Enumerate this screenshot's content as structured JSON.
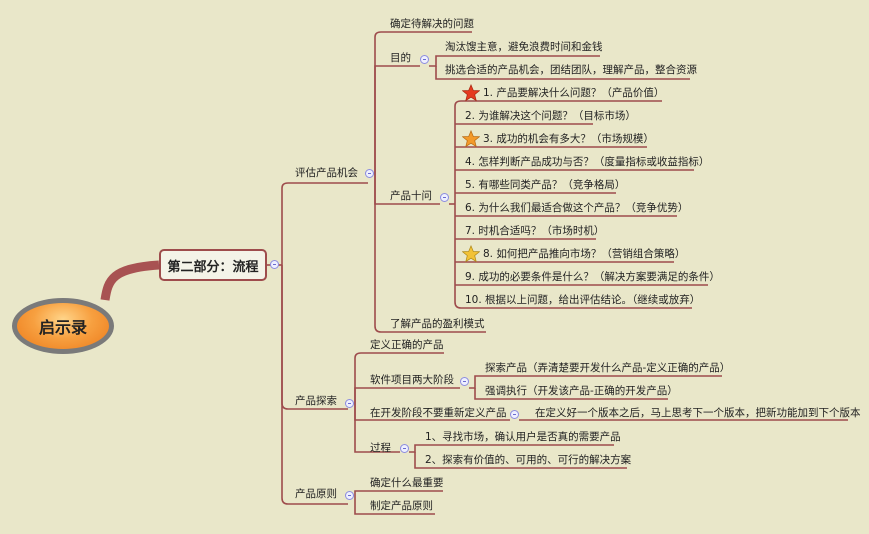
{
  "map": {
    "root": "启示录",
    "main": "第二部分：流程",
    "evaluate": {
      "label": "评估产品机会",
      "items": {
        "define_problem": "确定待解决的问题",
        "purpose": "目的",
        "purpose_1": "淘汰馊主意，避免浪费时间和金钱",
        "purpose_2": "挑选合适的产品机会，团结团队，理解产品，整合资源",
        "ten_questions": "产品十问",
        "q": [
          "1. 产品要解决什么问题？（产品价值）",
          "2. 为谁解决这个问题？（目标市场）",
          "3. 成功的机会有多大？（市场规模）",
          "4. 怎样判断产品成功与否？（度量指标或收益指标）",
          "5. 有哪些同类产品？（竞争格局）",
          "6. 为什么我们最适合做这个产品？（竞争优势）",
          "7. 时机合适吗？（市场时机）",
          "8. 如何把产品推向市场？（营销组合策略）",
          "9. 成功的必要条件是什么？（解决方案要满足的条件）",
          "10. 根据以上问题，给出评估结论。（继续或放弃）"
        ],
        "profit_model": "了解产品的盈利模式"
      }
    },
    "explore": {
      "label": "产品探索",
      "define_right": "定义正确的产品",
      "two_phases": "软件项目两大阶段",
      "phase_1": "探索产品（弄清楚要开发什么产品-定义正确的产品）",
      "phase_2": "强调执行（开发该产品-正确的开发产品）",
      "no_redefine": "在开发阶段不要重新定义产品",
      "no_redefine_note": "在定义好一个版本之后，马上思考下一个版本，把新功能加到下个版本",
      "process": "过程",
      "process_1": "1、寻找市场，确认用户是否真的需要产品",
      "process_2": "2、探索有价值的、可用的、可行的解决方案"
    },
    "principles": {
      "label": "产品原则",
      "p1": "确定什么最重要",
      "p2": "制定产品原则"
    }
  },
  "colors": {
    "background": "#e9e7c9",
    "branch": "#9e4c4c",
    "root_fill": "#f29535",
    "star_red": "#e53a1f",
    "star_orange": "#f39a2a",
    "star_gold": "#f2c236"
  },
  "icons": {
    "q1": "star-red-icon",
    "q3": "star-orange-icon",
    "q8": "star-gold-icon",
    "collapse": "collapse-toggle-icon"
  }
}
